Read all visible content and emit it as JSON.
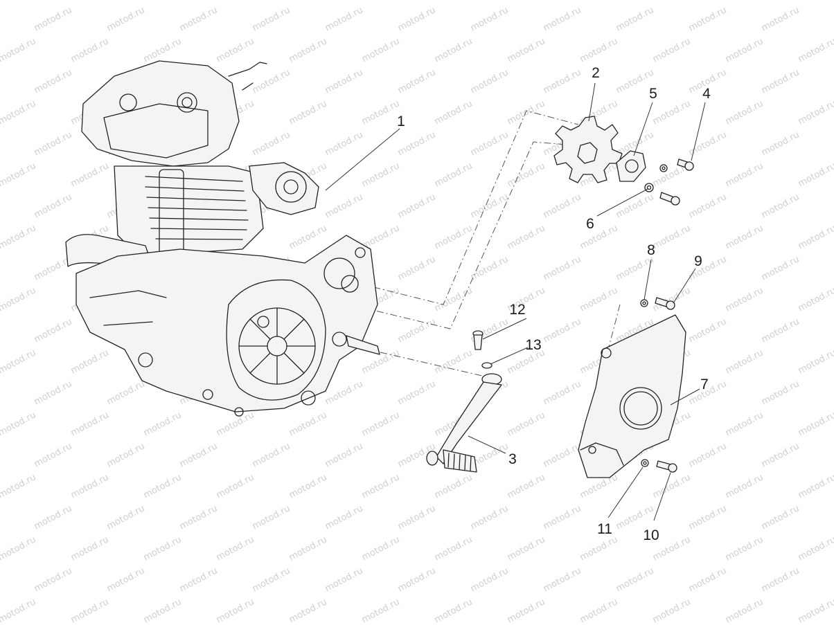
{
  "diagram": {
    "watermark_text": "motod.ru",
    "colors": {
      "line": "#222222",
      "watermark": "#cfcfcf",
      "background": "#ffffff"
    },
    "callouts": [
      {
        "id": "engine",
        "label": "1"
      },
      {
        "id": "sprocket",
        "label": "2"
      },
      {
        "id": "gear-lever",
        "label": "3"
      },
      {
        "id": "screw-a",
        "label": "4"
      },
      {
        "id": "lock-plate",
        "label": "5"
      },
      {
        "id": "washer-a",
        "label": "6"
      },
      {
        "id": "sprocket-cover",
        "label": "7"
      },
      {
        "id": "washer-b",
        "label": "8"
      },
      {
        "id": "screw-b",
        "label": "9"
      },
      {
        "id": "screw-c",
        "label": "10"
      },
      {
        "id": "washer-c",
        "label": "11"
      },
      {
        "id": "lever-bolt",
        "label": "12"
      },
      {
        "id": "lever-washer",
        "label": "13"
      }
    ]
  }
}
